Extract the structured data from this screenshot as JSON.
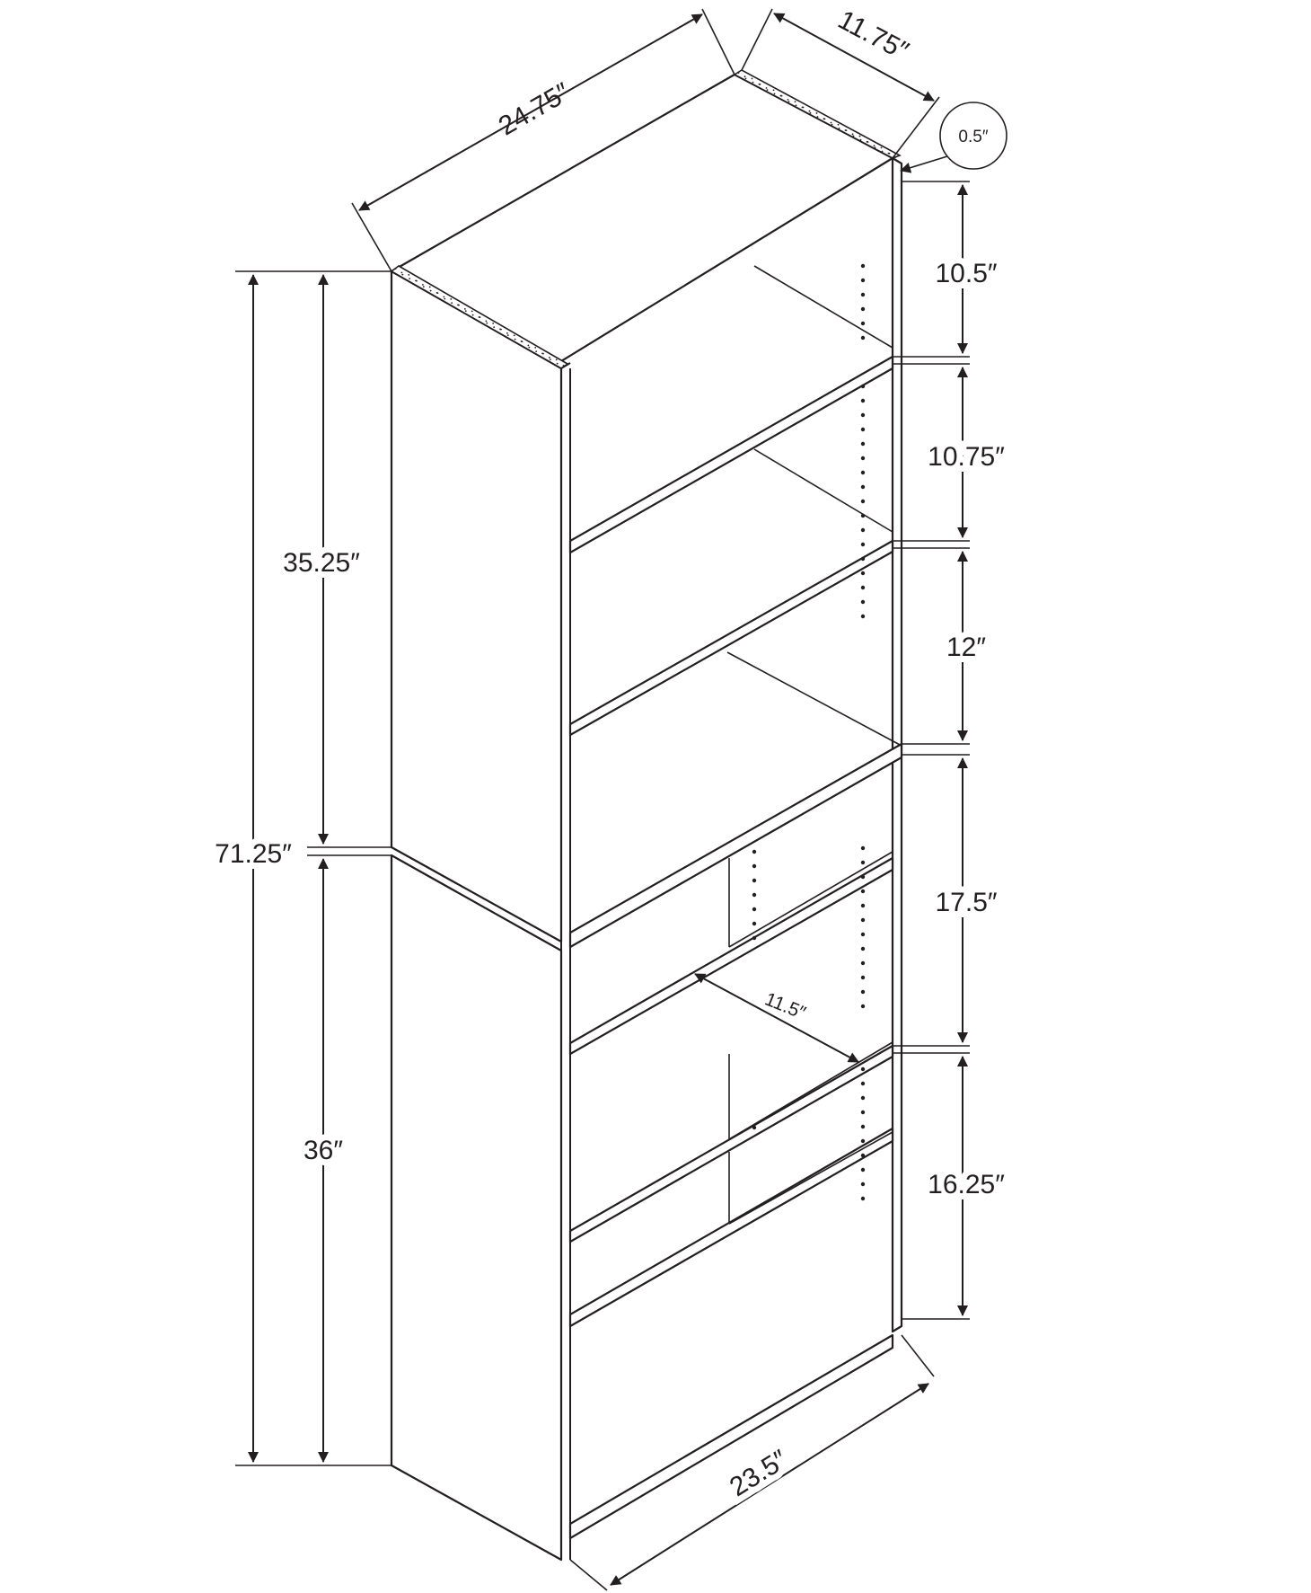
{
  "colors": {
    "line": "#231f20",
    "background": "#ffffff"
  },
  "dimensions": {
    "top_width": "24.75″",
    "top_depth": "11.75″",
    "panel_thickness": "0.5″",
    "shelf_1": "10.5″",
    "shelf_2": "10.75″",
    "shelf_3": "12″",
    "shelf_4": "17.5″",
    "shelf_5": "16.25″",
    "upper_section": "35.25″",
    "lower_section": "36″",
    "total_height": "71.25″",
    "shelf_depth": "11.5″",
    "bottom_width": "23.5″"
  }
}
